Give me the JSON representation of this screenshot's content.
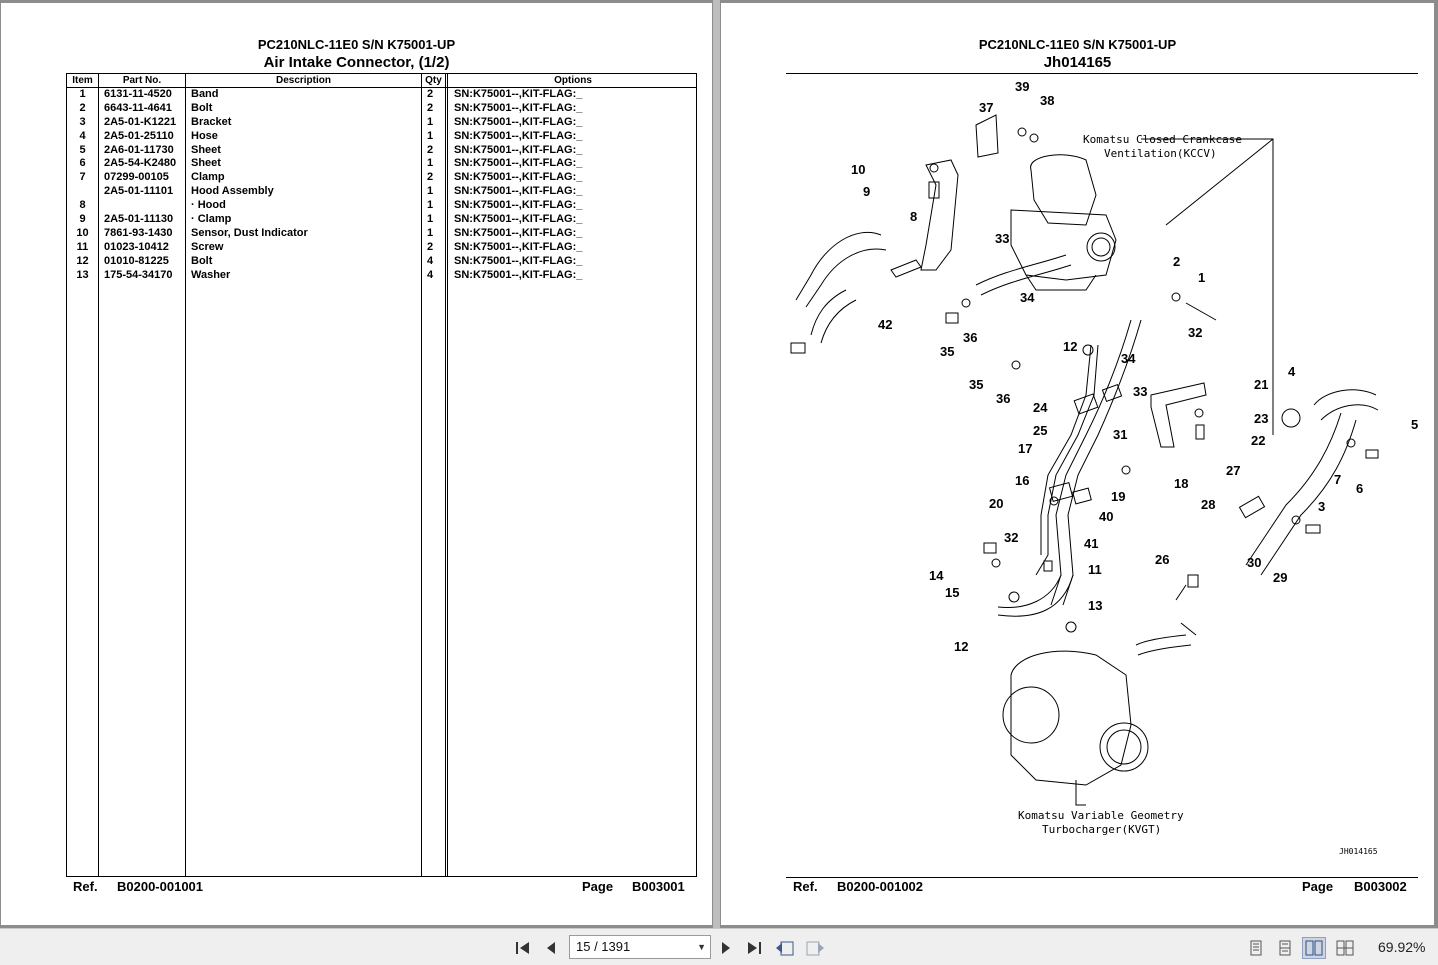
{
  "left_page": {
    "model": "PC210NLC-11E0 S/N K75001-UP",
    "title": "Air Intake Connector, (1/2)",
    "columns": [
      "Item",
      "Part No.",
      "Description",
      "Qty",
      "Options"
    ],
    "rows": [
      {
        "item": "1",
        "part": "6131-11-4520",
        "desc": "Band",
        "qty": "2",
        "opt": "SN:K75001--,KIT-FLAG:_"
      },
      {
        "item": "2",
        "part": "6643-11-4641",
        "desc": "Bolt",
        "qty": "2",
        "opt": "SN:K75001--,KIT-FLAG:_"
      },
      {
        "item": "3",
        "part": "2A5-01-K1221",
        "desc": "Bracket",
        "qty": "1",
        "opt": "SN:K75001--,KIT-FLAG:_"
      },
      {
        "item": "4",
        "part": "2A5-01-25110",
        "desc": "Hose",
        "qty": "1",
        "opt": "SN:K75001--,KIT-FLAG:_"
      },
      {
        "item": "5",
        "part": "2A6-01-11730",
        "desc": "Sheet",
        "qty": "2",
        "opt": "SN:K75001--,KIT-FLAG:_"
      },
      {
        "item": "6",
        "part": "2A5-54-K2480",
        "desc": "Sheet",
        "qty": "1",
        "opt": "SN:K75001--,KIT-FLAG:_"
      },
      {
        "item": "7",
        "part": "07299-00105",
        "desc": "Clamp",
        "qty": "2",
        "opt": "SN:K75001--,KIT-FLAG:_"
      },
      {
        "item": "",
        "part": "2A5-01-11101",
        "desc": "Hood Assembly",
        "qty": "1",
        "opt": "SN:K75001--,KIT-FLAG:_"
      },
      {
        "item": "8",
        "part": "",
        "desc": "· Hood",
        "qty": "1",
        "opt": "SN:K75001--,KIT-FLAG:_"
      },
      {
        "item": "9",
        "part": "2A5-01-11130",
        "desc": "· Clamp",
        "qty": "1",
        "opt": "SN:K75001--,KIT-FLAG:_"
      },
      {
        "item": "10",
        "part": "7861-93-1430",
        "desc": "Sensor, Dust Indicator",
        "qty": "1",
        "opt": "SN:K75001--,KIT-FLAG:_"
      },
      {
        "item": "11",
        "part": "01023-10412",
        "desc": "Screw",
        "qty": "2",
        "opt": "SN:K75001--,KIT-FLAG:_"
      },
      {
        "item": "12",
        "part": "01010-81225",
        "desc": "Bolt",
        "qty": "4",
        "opt": "SN:K75001--,KIT-FLAG:_"
      },
      {
        "item": "13",
        "part": "175-54-34170",
        "desc": "Washer",
        "qty": "4",
        "opt": "SN:K75001--,KIT-FLAG:_"
      }
    ],
    "footer": {
      "ref_label": "Ref.",
      "ref": "B0200-001001",
      "page_label": "Page",
      "page": "B003001"
    }
  },
  "right_page": {
    "model": "PC210NLC-11E0 S/N K75001-UP",
    "title": "Jh014165",
    "note_top_1": "Komatsu Closed Crankcase",
    "note_top_2": "Ventilation(KCCV)",
    "note_bottom_1": "Komatsu Variable Geometry",
    "note_bottom_2": "Turbocharger(KVGT)",
    "figure_id": "JH014165",
    "callouts": [
      "39",
      "38",
      "37",
      "10",
      "9",
      "8",
      "33",
      "34",
      "2",
      "1",
      "42",
      "35",
      "36",
      "32",
      "12",
      "34",
      "35",
      "36",
      "33",
      "21",
      "24",
      "23",
      "22",
      "25",
      "31",
      "4",
      "5",
      "17",
      "16",
      "18",
      "19",
      "20",
      "40",
      "27",
      "28",
      "3",
      "7",
      "6",
      "32",
      "41",
      "11",
      "14",
      "15",
      "13",
      "26",
      "30",
      "29",
      "12"
    ],
    "footer": {
      "ref_label": "Ref.",
      "ref": "B0200-001002",
      "page_label": "Page",
      "page": "B003002"
    }
  },
  "toolbar": {
    "page_indicator": "15 / 1391",
    "zoom": "69.92%",
    "first_icon": "first-page-icon",
    "prev_icon": "previous-page-icon",
    "next_icon": "next-page-icon",
    "last_icon": "last-page-icon"
  }
}
